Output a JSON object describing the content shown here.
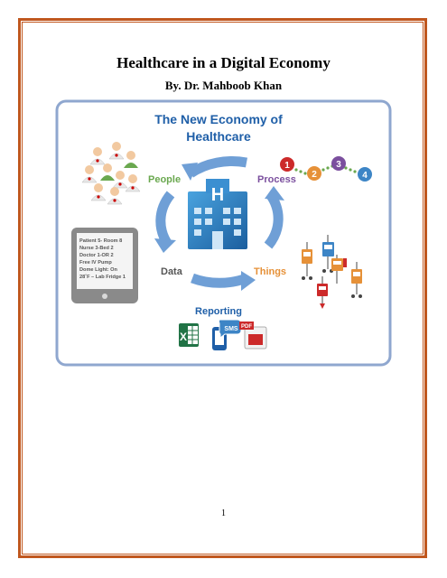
{
  "document": {
    "title": "Healthcare in a Digital Economy",
    "author": "By. Dr. Mahboob Khan",
    "page_number": "1"
  },
  "figure": {
    "title_line1": "The New Economy of",
    "title_line2": "Healthcare",
    "hospital_letter": "H",
    "labels": {
      "people": "People",
      "process": "Process",
      "data": "Data",
      "things": "Things",
      "reporting": "Reporting"
    },
    "process_steps": [
      "1",
      "2",
      "3",
      "4"
    ],
    "tablet_lines": [
      "Patient 5- Room 8",
      "Nurse 3-Bed 2",
      "Doctor 1-OR 2",
      "Free IV Pump",
      "Dome Light: On",
      "28˚F – Lab Fridge 1"
    ],
    "report_icons": {
      "excel_letter": "X",
      "sms_label": "SMS",
      "pdf_label": "PDF"
    },
    "colors": {
      "accent_blue": "#1f5fa8",
      "arrow_blue": "#6f9fd6",
      "green": "#6aa84f",
      "purple": "#7b4f9e",
      "orange": "#e69138",
      "frame": "#8fa7cf"
    }
  }
}
